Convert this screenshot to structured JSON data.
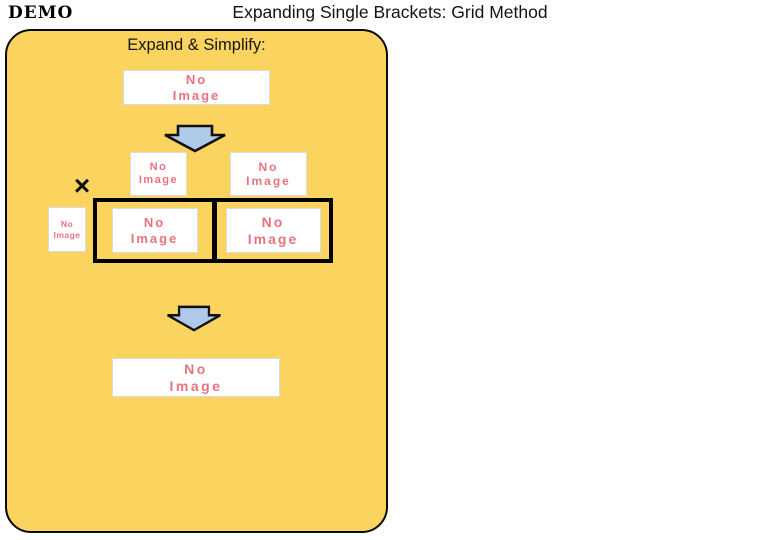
{
  "page": {
    "demo_label": "DEMO",
    "title": "Expanding Single Brackets: Grid Method"
  },
  "panel": {
    "heading": "Expand & Simplify:",
    "multiply_symbol": "×"
  },
  "placeholder": {
    "line1": "No",
    "line2": "Image"
  },
  "colors": {
    "panel_fill": "#FBD45F",
    "panel_border": "#0A0A0A",
    "arrow_fill": "#AFC9E9",
    "arrow_outline": "#111111",
    "placeholder_text": "#E8737F",
    "placeholder_bg": "#FFFFFF",
    "placeholder_border": "#DCDCDC",
    "grid_border": "#000000"
  }
}
